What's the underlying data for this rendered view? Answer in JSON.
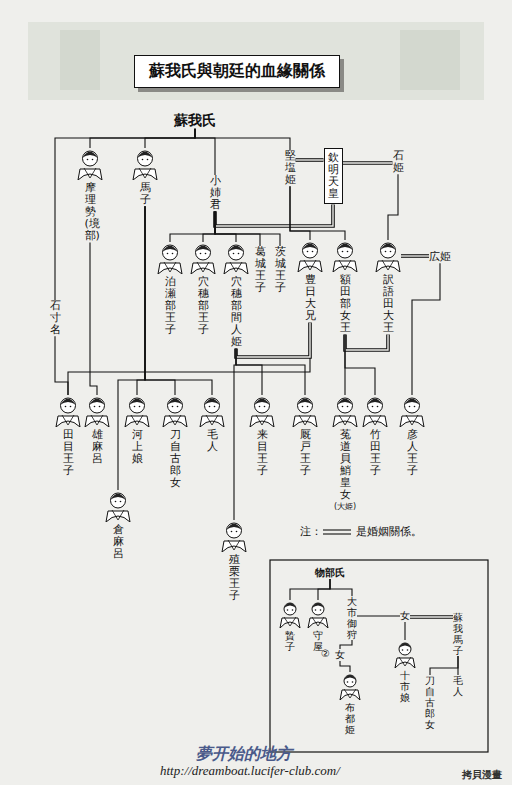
{
  "diagram": {
    "title": "蘇我氏與朝廷的血緣關係",
    "nodes": [
      {
        "text": [
          "蘇我氏"
        ]
      },
      {
        "text": [
          "摩理勢(境部)"
        ]
      },
      {
        "text": [
          "馬子"
        ]
      },
      {
        "text": [
          "小姉君"
        ]
      },
      {
        "text": [
          "堅塩姫"
        ]
      },
      {
        "text": [
          "欽明天皇"
        ]
      },
      {
        "text": [
          "石姫"
        ]
      },
      {
        "text": [
          "泊瀬部王子"
        ]
      },
      {
        "text": [
          "穴穗部王子"
        ]
      },
      {
        "text": [
          "穴穗部間人姫"
        ]
      },
      {
        "text": [
          "葛城王子"
        ]
      },
      {
        "text": [
          "茨城王子"
        ]
      },
      {
        "text": [
          "豊日大兄"
        ]
      },
      {
        "text": [
          "額田部女王"
        ]
      },
      {
        "text": [
          "訳語田大王"
        ]
      },
      {
        "text": [
          "広姫"
        ]
      },
      {
        "text": [
          "石寸名"
        ]
      },
      {
        "text": [
          "田目王子"
        ]
      },
      {
        "text": [
          "雄麻呂"
        ]
      },
      {
        "text": [
          "河上娘"
        ]
      },
      {
        "text": [
          "刀自古郎女"
        ]
      },
      {
        "text": [
          "毛人"
        ]
      },
      {
        "text": [
          "来目王子"
        ]
      },
      {
        "text": [
          "厩戸王子"
        ]
      },
      {
        "text": [
          "菟道貝鮹皇女",
          "(大姫)"
        ]
      },
      {
        "text": [
          "竹田王子"
        ]
      },
      {
        "text": [
          "彦人王子"
        ]
      },
      {
        "text": [
          "倉麻呂"
        ]
      },
      {
        "text": [
          "殖栗王子"
        ]
      },
      {
        "text": [
          "物部氏"
        ]
      },
      {
        "text": [
          "贄子"
        ]
      },
      {
        "text": [
          "守屋"
        ]
      },
      {
        "text": [
          "大市御狩"
        ]
      },
      {
        "text": [
          "女"
        ]
      },
      {
        "text": [
          "女"
        ]
      },
      {
        "text": [
          "布都姫"
        ]
      },
      {
        "text": [
          "十市娘"
        ]
      },
      {
        "text": [
          "蘇我馬子"
        ]
      },
      {
        "text": [
          "毛人"
        ]
      },
      {
        "text": [
          "刀自古郎女"
        ]
      }
    ],
    "edges": [
      {
        "from": 0,
        "to": 1,
        "arrow": "none"
      },
      {
        "from": 0,
        "to": 2,
        "arrow": "none"
      },
      {
        "from": 0,
        "to": 3,
        "arrow": "none"
      },
      {
        "from": 0,
        "to": 4,
        "arrow": "none"
      },
      {
        "from": 0,
        "to": 16,
        "arrow": "none"
      },
      {
        "from": 4,
        "to": 5,
        "arrow": "none"
      },
      {
        "from": 3,
        "to": 5,
        "arrow": "none"
      },
      {
        "from": 6,
        "to": 5,
        "arrow": "none"
      },
      {
        "from": 3,
        "to": 7,
        "arrow": "none"
      },
      {
        "from": 3,
        "to": 8,
        "arrow": "none"
      },
      {
        "from": 3,
        "to": 9,
        "arrow": "none"
      },
      {
        "from": 3,
        "to": 10,
        "arrow": "none"
      },
      {
        "from": 3,
        "to": 11,
        "arrow": "none"
      },
      {
        "from": 4,
        "to": 12,
        "arrow": "none"
      },
      {
        "from": 4,
        "to": 13,
        "arrow": "none"
      },
      {
        "from": 6,
        "to": 14,
        "arrow": "none"
      },
      {
        "from": 15,
        "to": 14,
        "arrow": "none"
      },
      {
        "from": 16,
        "to": 17,
        "arrow": "none"
      },
      {
        "from": 12,
        "to": 17,
        "arrow": "none"
      },
      {
        "from": 1,
        "to": 18,
        "arrow": "none"
      },
      {
        "from": 2,
        "to": 19,
        "arrow": "none"
      },
      {
        "from": 2,
        "to": 20,
        "arrow": "none"
      },
      {
        "from": 2,
        "to": 21,
        "arrow": "none"
      },
      {
        "from": 2,
        "to": 27,
        "arrow": "none"
      },
      {
        "from": 9,
        "to": 12,
        "arrow": "none"
      },
      {
        "from": 9,
        "to": 22,
        "arrow": "none"
      },
      {
        "from": 9,
        "to": 23,
        "arrow": "none"
      },
      {
        "from": 9,
        "to": 28,
        "arrow": "none"
      },
      {
        "from": 13,
        "to": 14,
        "arrow": "none"
      },
      {
        "from": 13,
        "to": 24,
        "arrow": "none"
      },
      {
        "from": 13,
        "to": 25,
        "arrow": "none"
      },
      {
        "from": 15,
        "to": 26,
        "arrow": "none"
      },
      {
        "from": 29,
        "to": 30,
        "arrow": "none"
      },
      {
        "from": 29,
        "to": 31,
        "arrow": "none"
      },
      {
        "from": 29,
        "to": 32,
        "arrow": "none"
      },
      {
        "from": 32,
        "to": 33,
        "arrow": "none"
      },
      {
        "from": 32,
        "to": 34,
        "arrow": "none"
      },
      {
        "from": 33,
        "to": 35,
        "arrow": "none"
      },
      {
        "from": 34,
        "to": 36,
        "arrow": "none"
      },
      {
        "from": 34,
        "to": 37,
        "arrow": "none"
      },
      {
        "from": 37,
        "to": 38,
        "arrow": "none"
      },
      {
        "from": 37,
        "to": 39,
        "arrow": "none"
      }
    ],
    "labels": [
      "注：",
      "②",
      "夢开始的地方",
      "http://dreamboat.lucifer-club.com/",
      "拷貝漫畫"
    ],
    "legend": [
      {
        "text": "是婚姻關係。"
      }
    ]
  }
}
